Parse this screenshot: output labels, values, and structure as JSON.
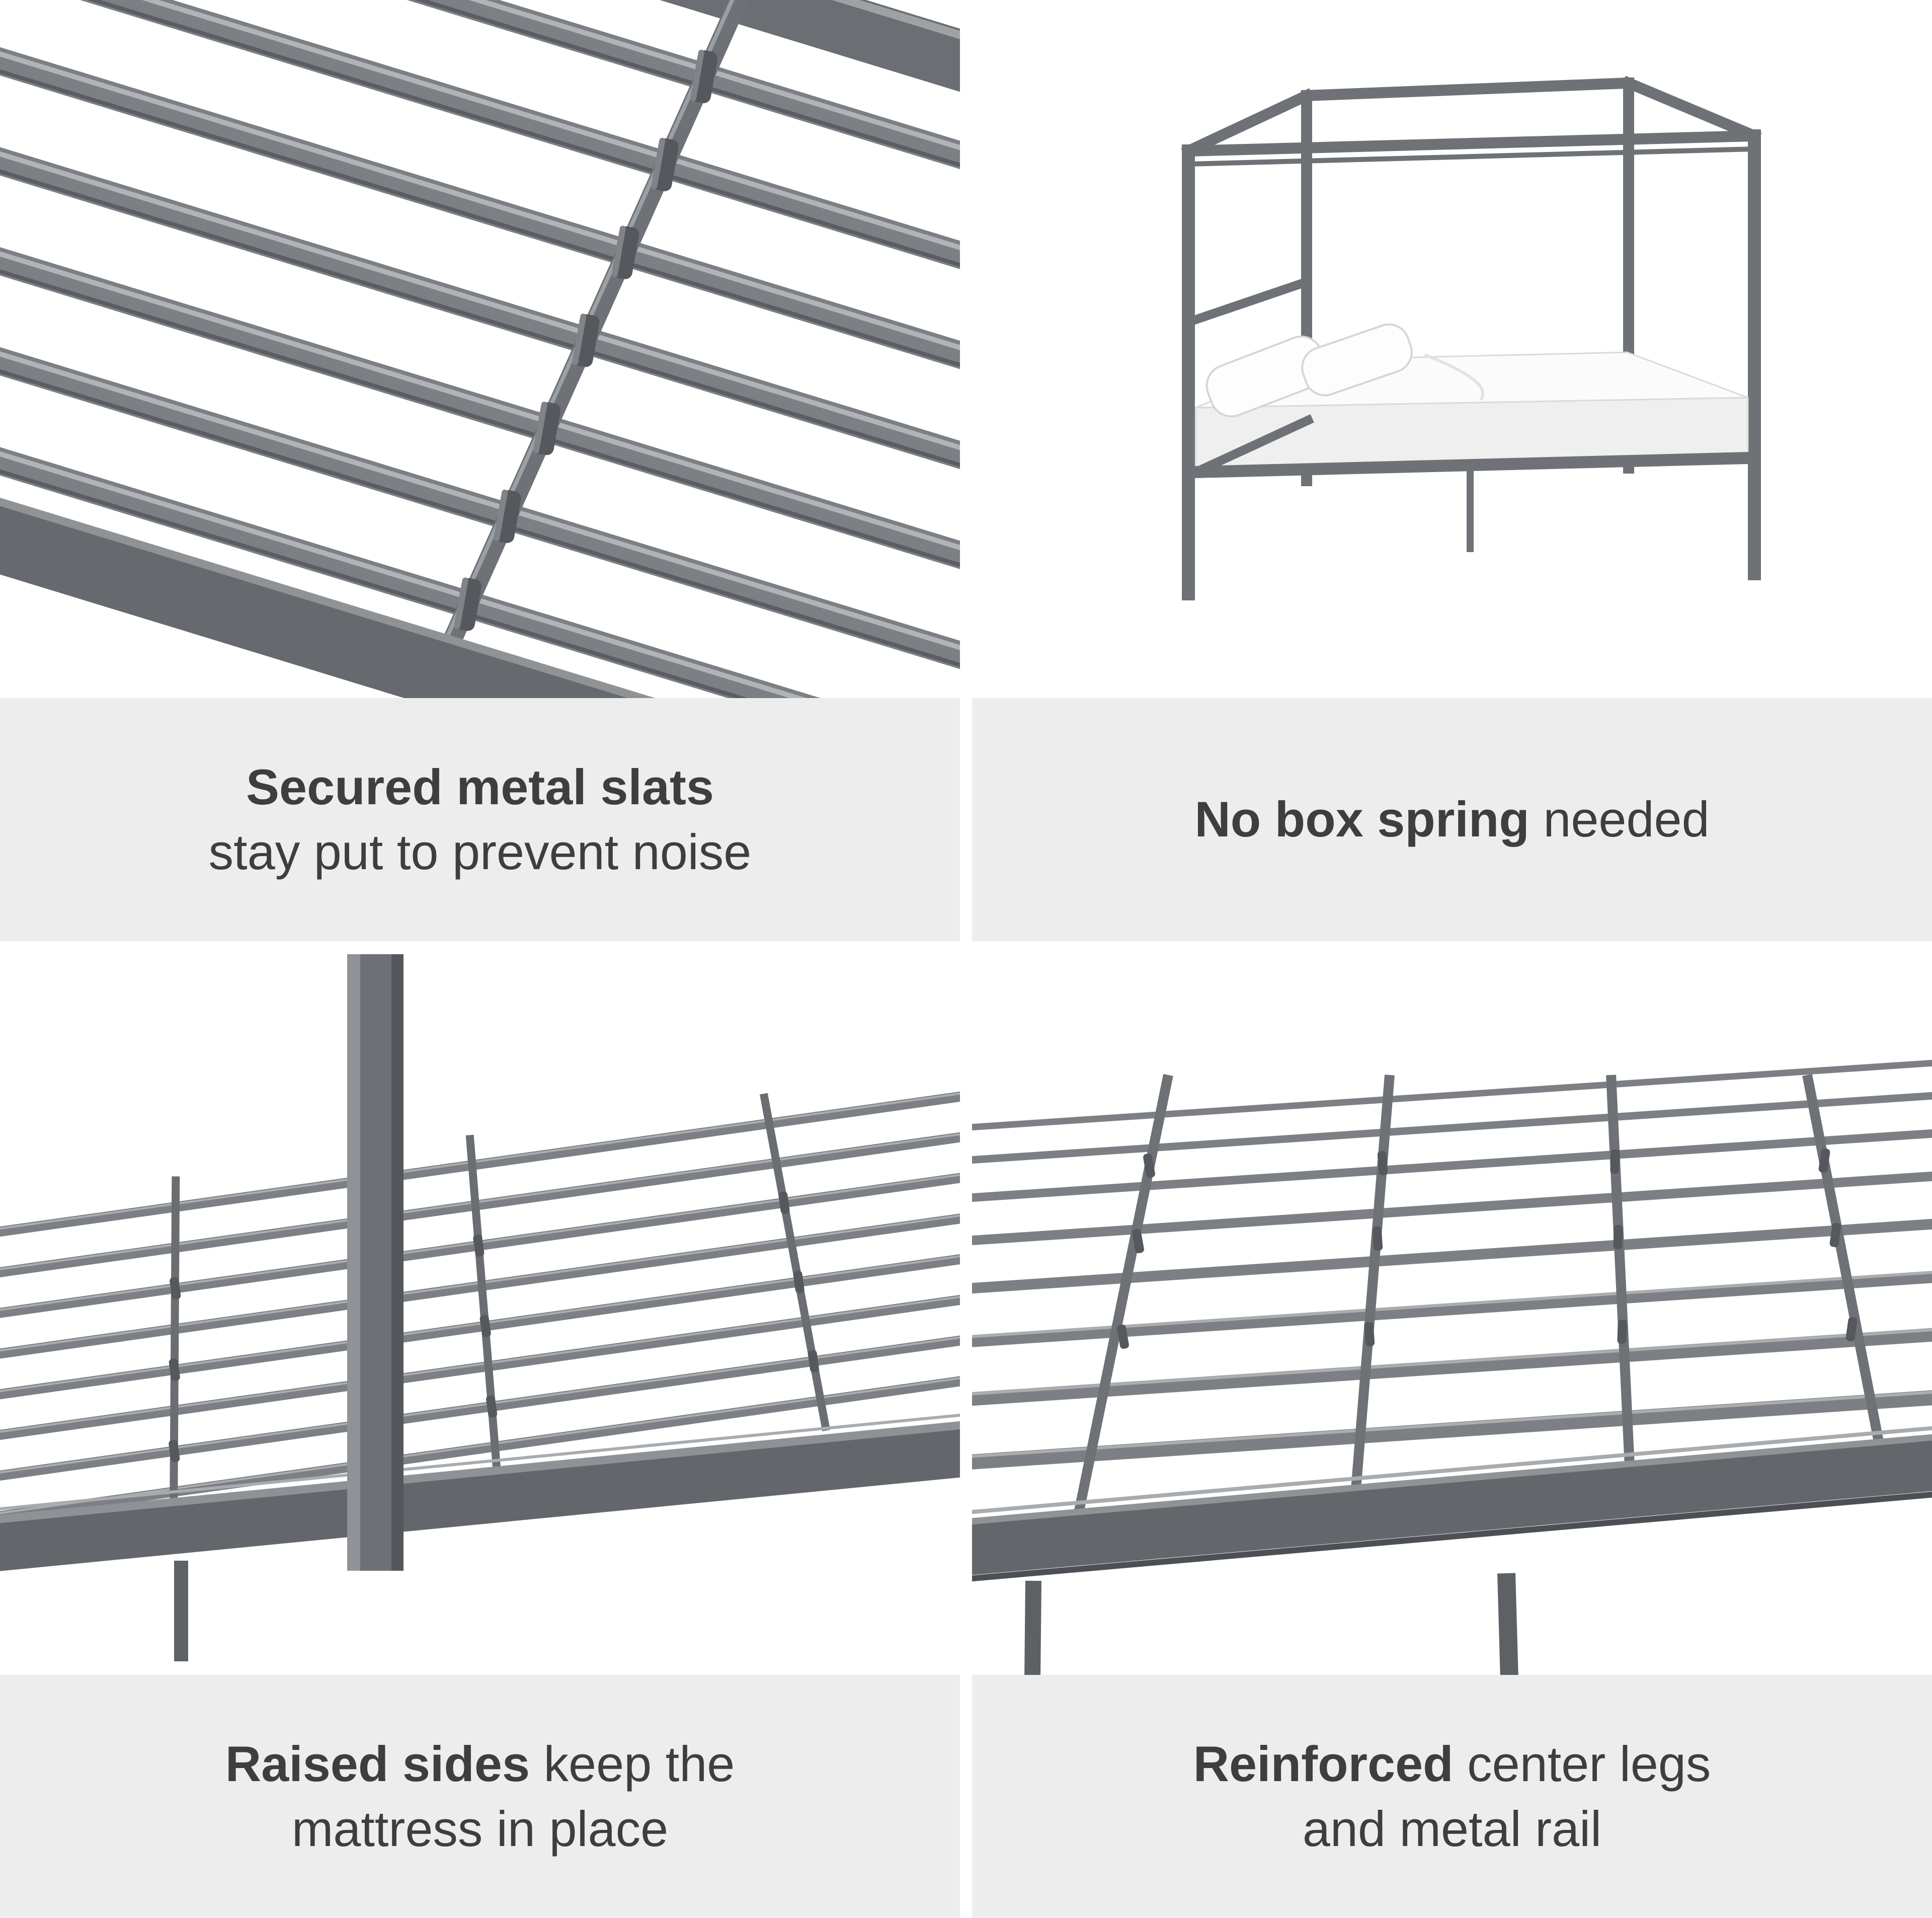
{
  "colors": {
    "background": "#ffffff",
    "caption_bg": "#ededed",
    "caption_text": "#3e3e40",
    "metal": "#7c8084",
    "metal_dark": "#5d6165",
    "metal_light": "#9ea2a5"
  },
  "panels": [
    {
      "caption_lines": [
        [
          {
            "text": "Secured metal slats",
            "bold": true
          }
        ],
        [
          {
            "text": "stay put to prevent noise",
            "bold": false
          }
        ]
      ]
    },
    {
      "caption_lines": [
        [
          {
            "text": "No box spring",
            "bold": true
          },
          {
            "text": " needed",
            "bold": false
          }
        ]
      ]
    },
    {
      "caption_lines": [
        [
          {
            "text": "Raised sides",
            "bold": true
          },
          {
            "text": " keep the",
            "bold": false
          }
        ],
        [
          {
            "text": "mattress in place",
            "bold": false
          }
        ]
      ]
    },
    {
      "caption_lines": [
        [
          {
            "text": "Reinforced",
            "bold": true
          },
          {
            "text": " center legs",
            "bold": false
          }
        ],
        [
          {
            "text": "and metal rail",
            "bold": false
          }
        ]
      ]
    }
  ]
}
